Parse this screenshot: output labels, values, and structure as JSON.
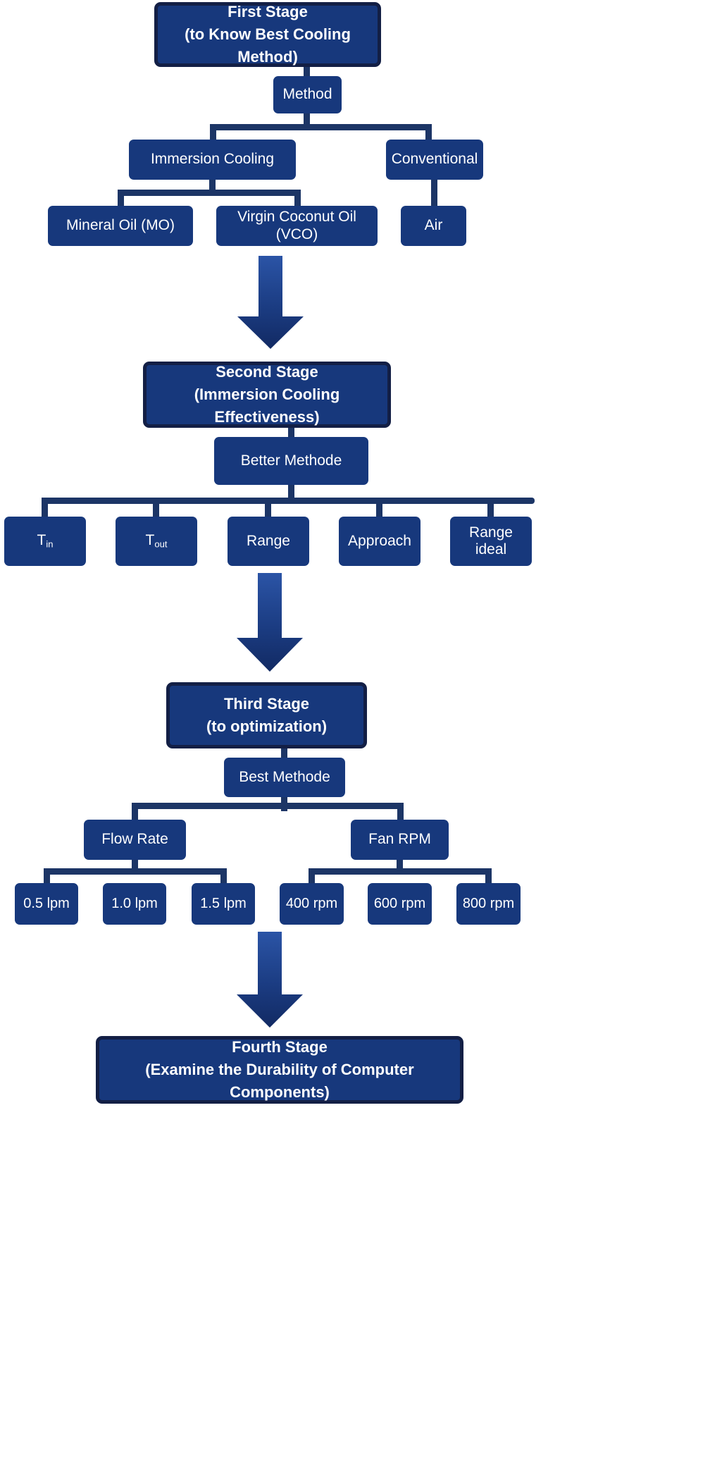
{
  "diagram": {
    "type": "flowchart",
    "title": "Four-stage research methodology flowchart for computer immersion cooling",
    "colors": {
      "node_fill": "#17387c",
      "stage_border": "#131f45",
      "connector": "#1c3566",
      "arrow_light": "#2b54a6",
      "arrow_dark": "#132d68",
      "text": "#ffffff",
      "background": "#ffffff"
    },
    "stages": [
      {
        "id": "stage1",
        "line1": "First Stage",
        "line2": "(to Know Best Cooling Method)"
      },
      {
        "id": "stage2",
        "line1": "Second Stage",
        "line2": "(Immersion Cooling Effectiveness)"
      },
      {
        "id": "stage3",
        "line1": "Third Stage",
        "line2": "(to optimization)"
      },
      {
        "id": "stage4",
        "line1": "Fourth Stage",
        "line2": "(Examine the Durability of Computer Components)"
      }
    ],
    "branch1": {
      "root": "Method",
      "children": [
        {
          "label": "Immersion Cooling",
          "children": [
            "Mineral Oil (MO)",
            "Virgin Coconut Oil (VCO)"
          ]
        },
        {
          "label": "Conventional",
          "children": [
            "Air"
          ]
        }
      ]
    },
    "branch2": {
      "root": "Better Methode",
      "children": [
        {
          "label": "T",
          "sub": "in"
        },
        {
          "label": "T",
          "sub": "out"
        },
        {
          "label": "Range",
          "sub": ""
        },
        {
          "label": "Approach",
          "sub": ""
        },
        {
          "label": "Range ideal",
          "sub": ""
        }
      ]
    },
    "branch3": {
      "root": "Best Methode",
      "children": [
        {
          "label": "Flow Rate",
          "children": [
            "0.5 lpm",
            "1.0 lpm",
            "1.5 lpm"
          ]
        },
        {
          "label": "Fan RPM",
          "children": [
            "400 rpm",
            "600 rpm",
            "800 rpm"
          ]
        }
      ]
    }
  }
}
